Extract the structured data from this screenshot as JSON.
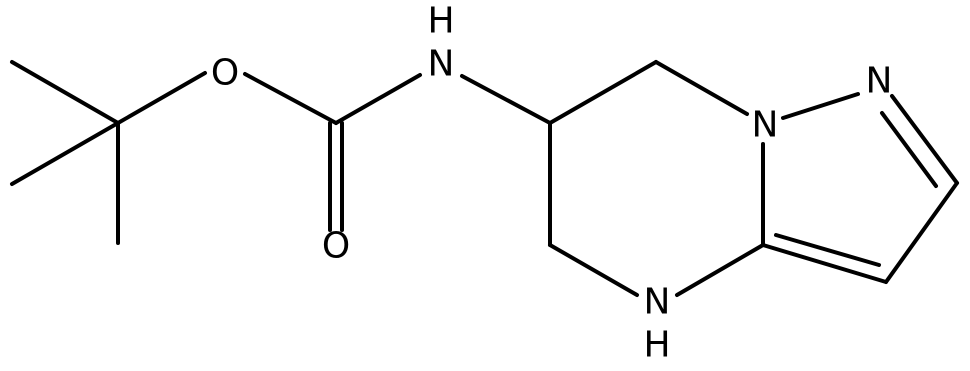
{
  "molecule": {
    "atoms": {
      "oxygen_ester": "O",
      "oxygen_carbonyl": "O",
      "nitrogen_amide": "N",
      "hydrogen_amide": "H",
      "nitrogen_bridge": "N",
      "nitrogen_pyrazole": "N",
      "nitrogen_ring": "N",
      "hydrogen_ring": "H"
    },
    "colors": {
      "line": "#000000",
      "background": "#ffffff"
    }
  }
}
